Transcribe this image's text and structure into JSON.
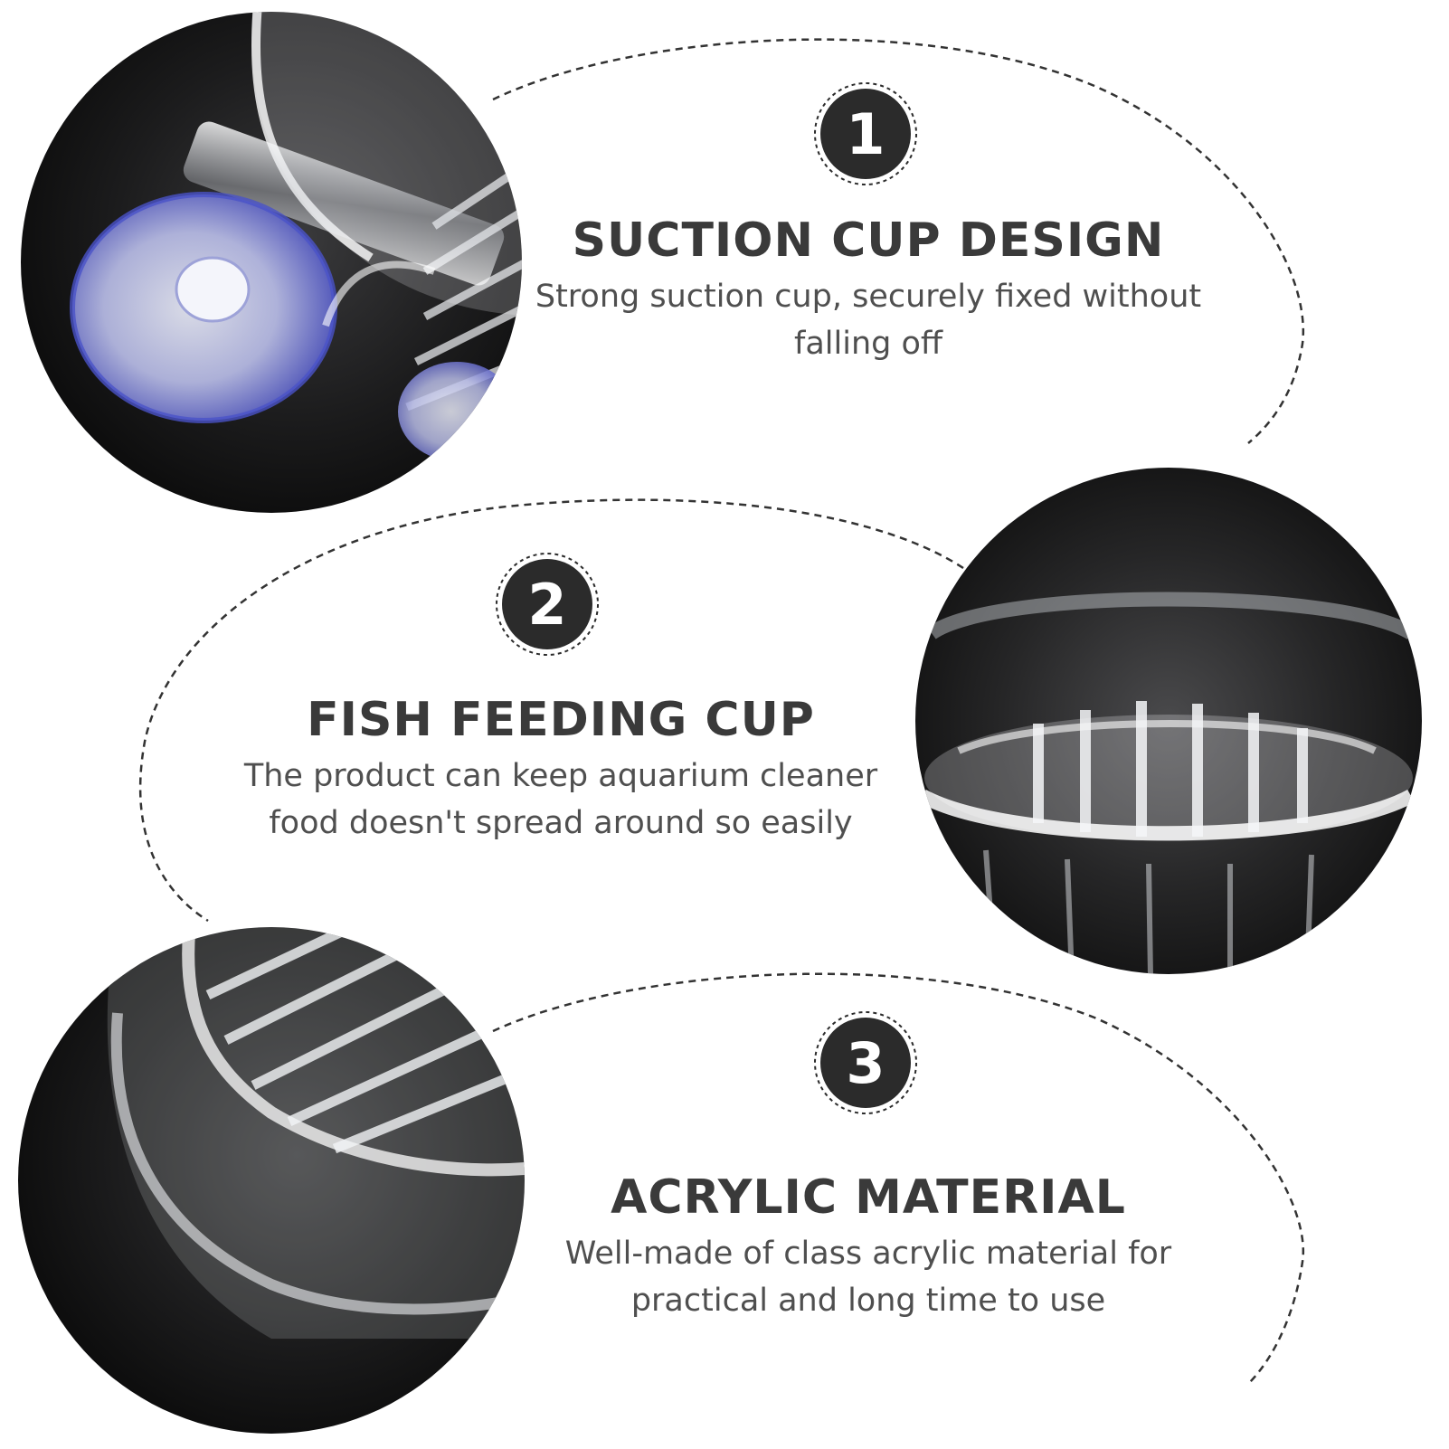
{
  "features": [
    {
      "number": "1",
      "title": "SUCTION CUP DESIGN",
      "desc_lines": [
        "Strong suction cup, securely fixed without",
        "falling off"
      ],
      "photo": "suction-cup-closeup-photo"
    },
    {
      "number": "2",
      "title": "FISH FEEDING CUP",
      "desc_lines": [
        "The product can keep aquarium cleaner",
        "food doesn't spread around so easily"
      ],
      "photo": "feeding-cup-grid-photo"
    },
    {
      "number": "3",
      "title": "ACRYLIC MATERIAL",
      "desc_lines": [
        "Well-made of class acrylic material for",
        "practical and long time to use"
      ],
      "photo": "acrylic-cup-rim-photo"
    }
  ],
  "colors": {
    "badge": "#2b2b2b",
    "photo_background": "#101010",
    "title_text": "#3a3a3a",
    "desc_text": "#4f4f4f",
    "dashed_outline": "#333333"
  }
}
